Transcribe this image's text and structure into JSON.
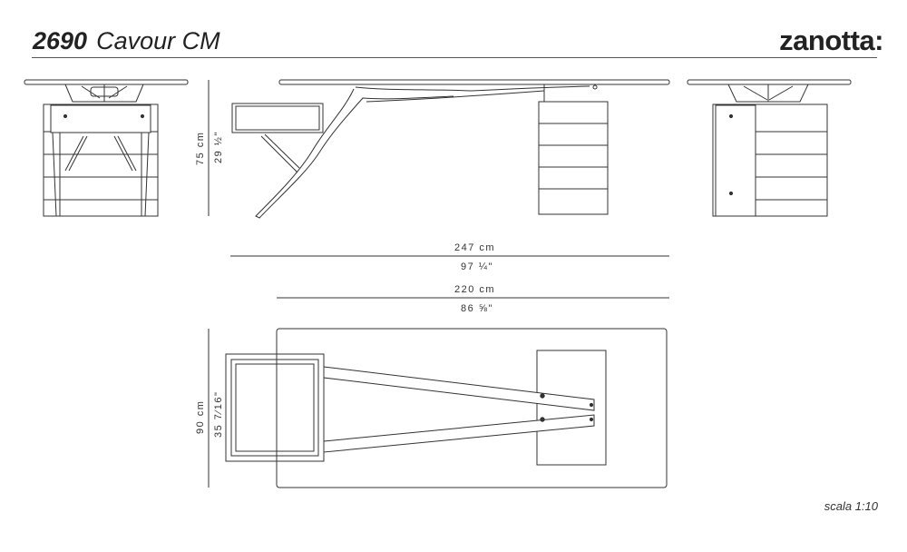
{
  "header": {
    "model_code": "2690",
    "model_name": "Cavour CM",
    "brand": "zanotta:"
  },
  "dimensions": {
    "height_cm": "75  cm",
    "height_in": "29  ½\"",
    "length_cm": "247  cm",
    "length_in": "97  ¼\"",
    "top_length_cm": "220  cm",
    "top_length_in": "86  ⅝\"",
    "depth_cm": "90  cm",
    "depth_in": "35  7⁄16\""
  },
  "footer": {
    "scale": "scala 1:10"
  }
}
